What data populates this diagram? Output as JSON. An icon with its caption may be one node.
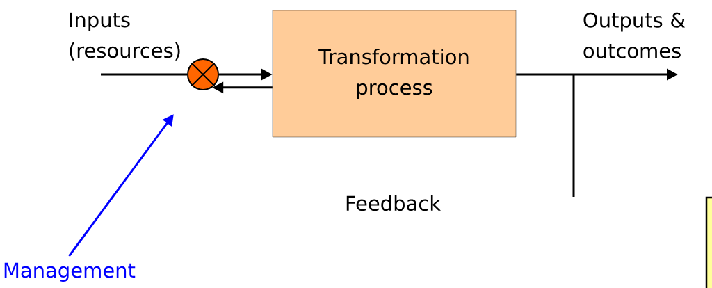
{
  "diagram": {
    "nodes": [
      {
        "text": [
          "Inputs (resources)"
        ]
      },
      {
        "text": [],
        "shape": "circle"
      },
      {
        "text": [
          "Transformation process"
        ]
      },
      {
        "text": [
          "Outputs & outcomes"
        ]
      },
      {
        "text": [
          "Management"
        ]
      },
      {
        "text": [],
        "shape": "box"
      }
    ],
    "edges": [
      {
        "from": 0,
        "to": 1,
        "arrow": "none"
      },
      {
        "from": 1,
        "to": 2,
        "arrow": "to"
      },
      {
        "from": 2,
        "to": 3,
        "arrow": "to"
      },
      {
        "from": 2,
        "to": 1,
        "arrow": "to"
      },
      {
        "from": 4,
        "to": 1,
        "arrow": "to",
        "color": "#0000ff"
      }
    ],
    "labels": [
      "Feedback"
    ]
  }
}
